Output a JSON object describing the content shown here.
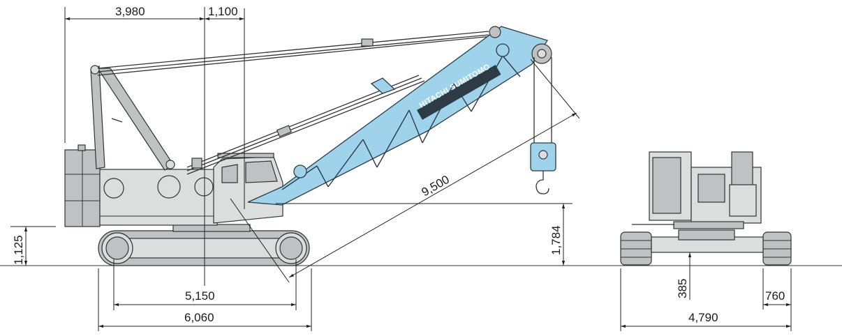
{
  "diagram": {
    "side_view": {
      "dimensions": {
        "tail_radius": "3,980",
        "boom_foot_offset": "1,100",
        "boom_length": "9,500",
        "boom_foot_height": "1,784",
        "counterweight_clearance": "1,125",
        "tumbler_distance": "5,150",
        "crawler_length": "6,060"
      }
    },
    "front_view": {
      "dimensions": {
        "ground_clearance": "385",
        "track_shoe_width": "760",
        "overall_width": "4,790"
      }
    },
    "boom_logo": "HITACHI SUMITOMO",
    "colors": {
      "boom": "#9fd3ec",
      "body": "#dcdddd",
      "outline": "#333333"
    }
  }
}
